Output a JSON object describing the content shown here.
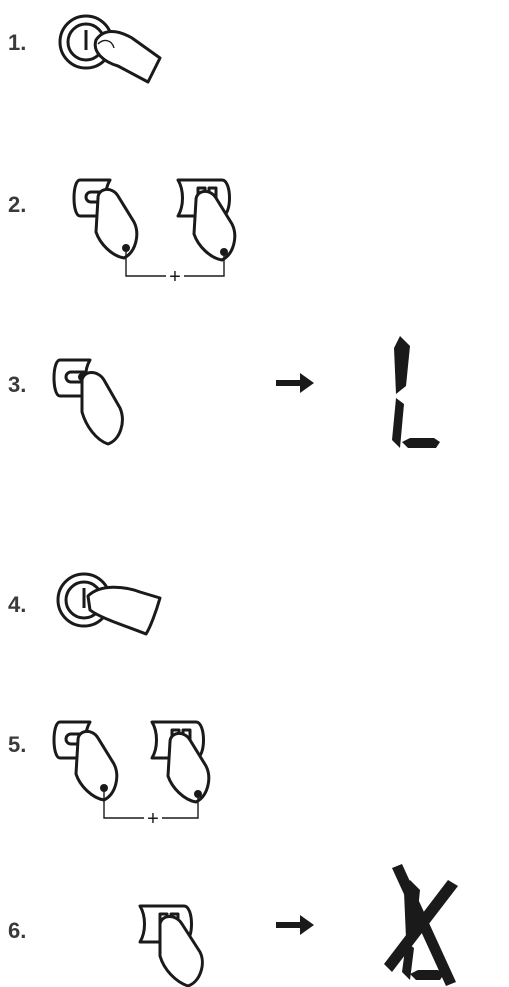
{
  "steps": [
    {
      "label": "1.",
      "action": "press-power"
    },
    {
      "label": "2.",
      "action": "press-lock-and-pause-together"
    },
    {
      "label": "3.",
      "action": "press-lock",
      "result": "lock-segment-L"
    },
    {
      "label": "4.",
      "action": "press-power"
    },
    {
      "label": "5.",
      "action": "press-lock-and-pause-together"
    },
    {
      "label": "6.",
      "action": "press-pause",
      "result": "lock-segment-crossed"
    }
  ],
  "plus_symbol": "+"
}
